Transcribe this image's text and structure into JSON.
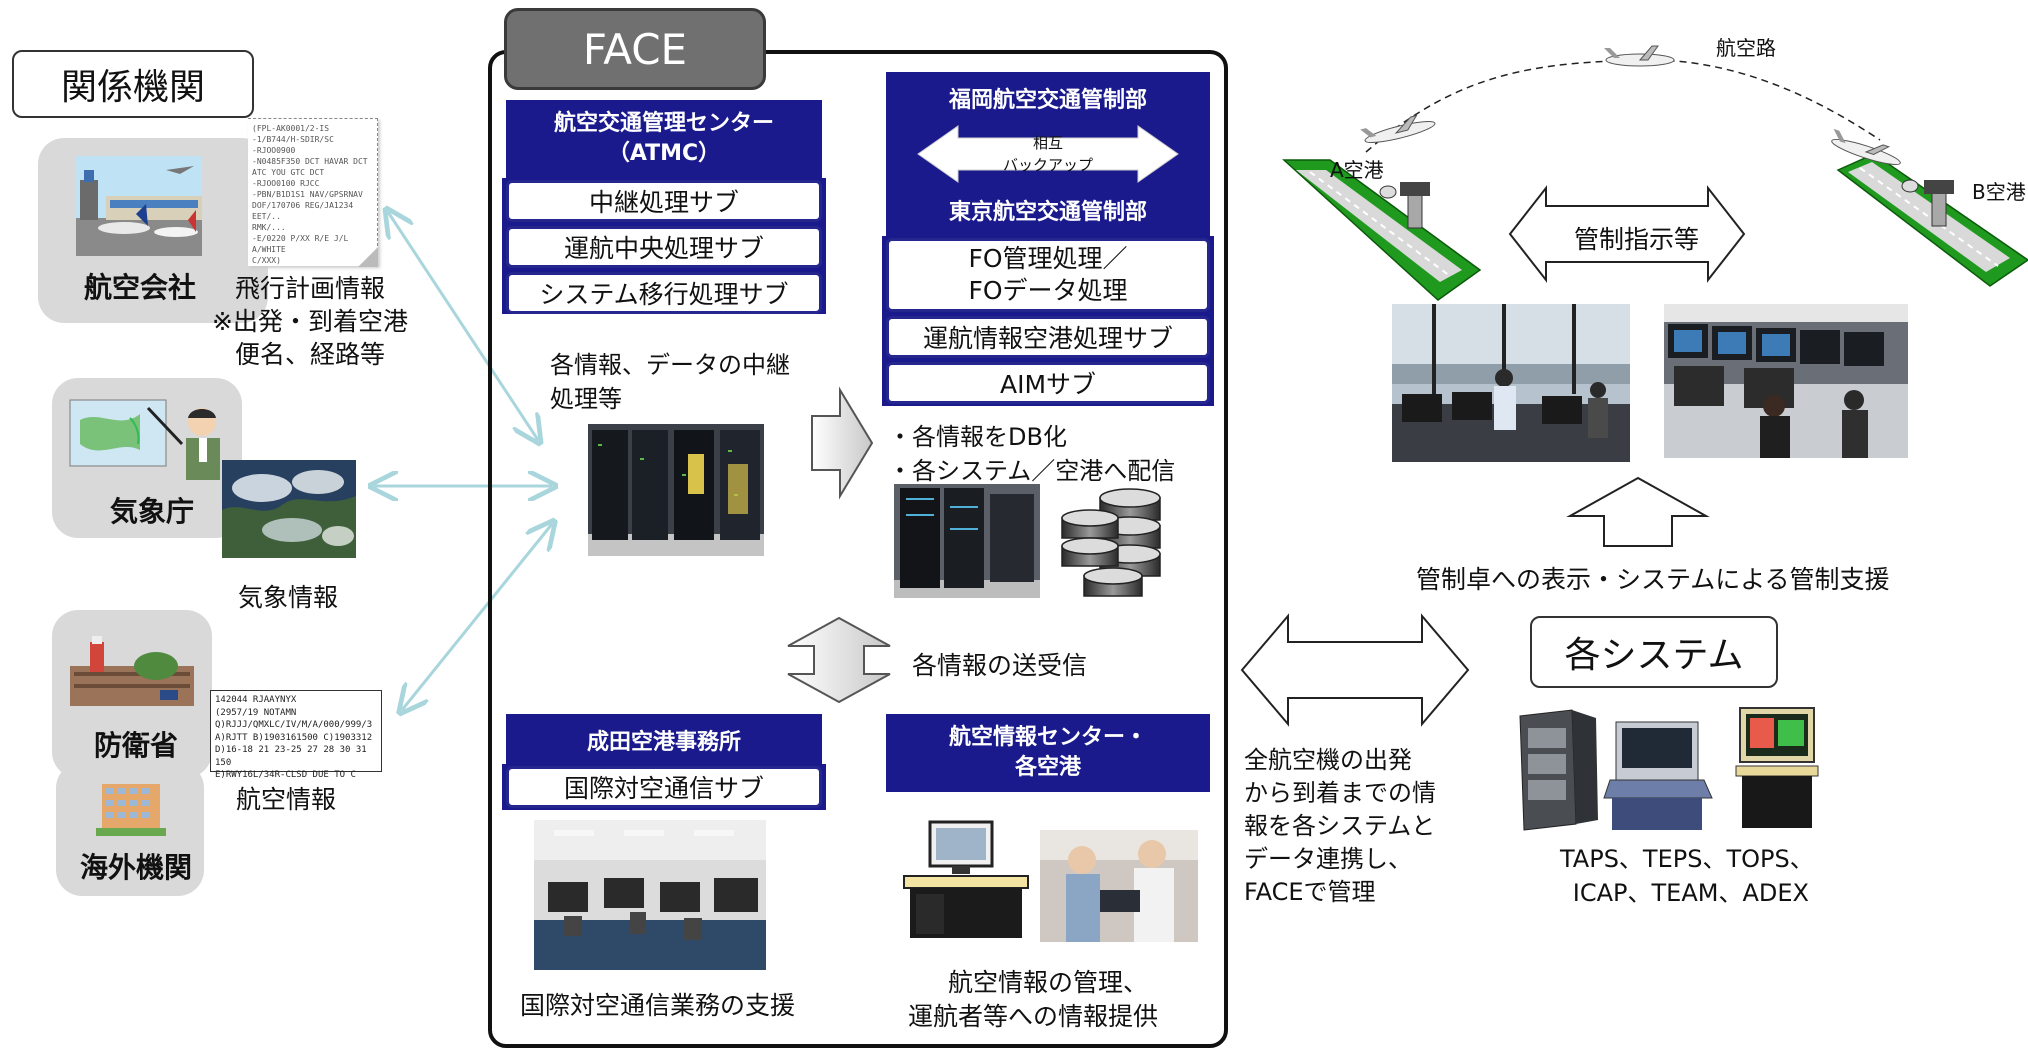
{
  "agencies": {
    "header": "関係機関",
    "airline": "航空会社",
    "jma": "気象庁",
    "mod": "防衛省",
    "overseas": "海外機関",
    "flight_plan_caption": [
      "飛行計画情報",
      "※出発・到着空港",
      "便名、経路等"
    ],
    "weather_caption": "気象情報",
    "aeronautical_caption": "航空情報",
    "flight_plan_doc": [
      "(FPL-AK0001/2-IS",
      "-1/B744/H-SDIR/SC",
      "-RJOO0900",
      "-N0485F350 DCT HAVAR DCT",
      "ATC YOU GTC DCT",
      "-RJOO0100 RJCC",
      "-PBN/B1D1S1 NAV/GPSRNAV",
      "DOF/170706 REG/JA1234",
      "EET/..",
      "RMK/...",
      "-E/0220 P/XX R/E J/L",
      "A/WHITE",
      "C/XXX)"
    ],
    "notam_doc": [
      "142044 RJAAYNYX",
      "(2957/19 NOTAMN",
      "Q)RJJJ/QMXLC/IV/M/A/000/999/3",
      "A)RJTT B)1903161500 C)1903312",
      "D)16-18 21 23-25 27 28 30 31 150",
      "E)RWY16L/34R-CLSD DUE TO C"
    ]
  },
  "face": {
    "title": "FACE",
    "atmc_title": [
      "航空交通管理センター",
      "（ATMC）"
    ],
    "atmc_subs": [
      "中継処理サブ",
      "運航中央処理サブ",
      "システム移行処理サブ"
    ],
    "relay_caption": [
      "各情報、データの中継",
      "処理等"
    ],
    "fukuoka": "福岡航空交通管制部",
    "mutual_backup": [
      "相互",
      "バックアップ"
    ],
    "tokyo": "東京航空交通管制部",
    "tokyo_subs": [
      "FO管理処理／",
      "FOデータ処理",
      "運航情報空港処理サブ",
      "AIMサブ"
    ],
    "db_captions": [
      "・各情報をDB化",
      "・各システム／空港へ配信"
    ],
    "send_receive": "各情報の送受信",
    "narita": "成田空港事務所",
    "narita_sub": "国際対空通信サブ",
    "narita_caption": "国際対空通信業務の支援",
    "aic": [
      "航空情報センター・",
      "各空港"
    ],
    "aic_caption": [
      "航空情報の管理、",
      "運航者等への情報提供"
    ]
  },
  "right": {
    "airway": "航空路",
    "a_airport": "A空港",
    "b_airport": "B空港",
    "atc_instructions": "管制指示等",
    "support_caption": "管制卓への表示・システムによる管制支援",
    "systems_header": "各システム",
    "systems_list": [
      "TAPS、TEPS、TOPS、",
      "ICAP、TEAM、ADEX"
    ],
    "face_desc": [
      "全航空機の出発",
      "から到着までの情",
      "報を各システムと",
      "データ連携し、",
      "FACEで管理"
    ]
  },
  "colors": {
    "navy": "#1a1a8c",
    "sub_border": "#26268f",
    "runway_green": "#1f9a1f",
    "arrow_teal": "#a9d6dc",
    "card_grey": "#d9d9d9"
  }
}
